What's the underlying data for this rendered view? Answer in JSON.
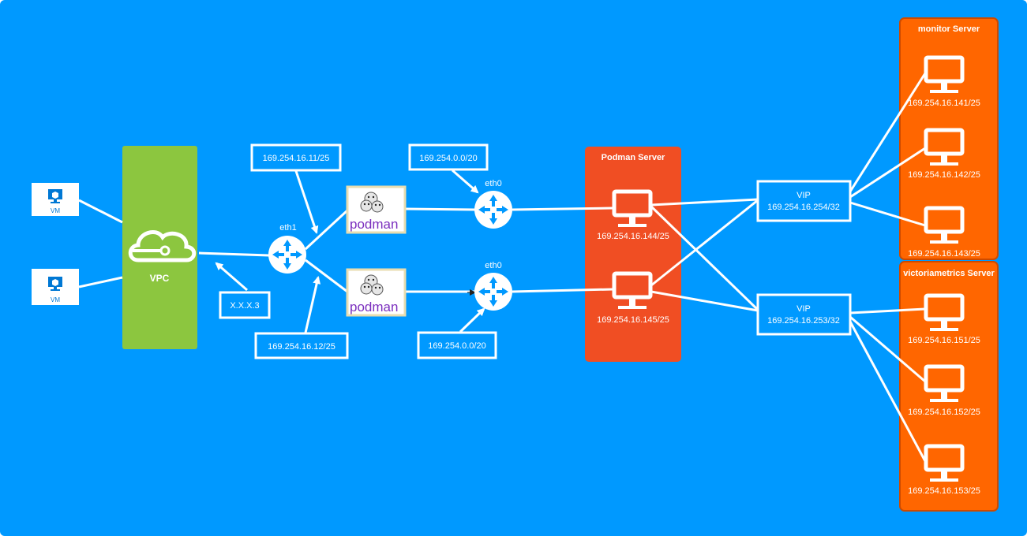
{
  "colors": {
    "background": "#0099ff",
    "vpc": "#8cc63f",
    "podman_server": "#f04e23",
    "server_group": "#ff6600",
    "line": "#ffffff"
  },
  "vms": [
    {
      "label": "VM"
    },
    {
      "label": "VM"
    }
  ],
  "vpc": {
    "label": "VPC"
  },
  "vpc_ip": {
    "label": "X.X.X.3"
  },
  "router_eth1": {
    "label": "eth1"
  },
  "ip_labels": {
    "ip_top_left": "169.254.16.11/25",
    "ip_bottom_left": "169.254.16.12/25",
    "net_top": "169.254.0.0/20",
    "net_bottom": "169.254.0.0/20"
  },
  "routers_eth0": [
    {
      "label": "eth0"
    },
    {
      "label": "eth0"
    }
  ],
  "podman_logo": {
    "text": "podman"
  },
  "podman_server": {
    "title": "Podman Server",
    "hosts": [
      {
        "ip": "169.254.16.144/25"
      },
      {
        "ip": "169.254.16.145/25"
      }
    ]
  },
  "vips": [
    {
      "title": "VIP",
      "ip": "169.254.16.254/32"
    },
    {
      "title": "VIP",
      "ip": "169.254.16.253/32"
    }
  ],
  "monitor_server": {
    "title": "monitor Server",
    "hosts": [
      {
        "ip": "169.254.16.141/25"
      },
      {
        "ip": "169.254.16.142/25"
      },
      {
        "ip": "169.254.16.143/25"
      }
    ]
  },
  "victoria_server": {
    "title": "victoriametrics Server",
    "hosts": [
      {
        "ip": "169.254.16.151/25"
      },
      {
        "ip": "169.254.16.152/25"
      },
      {
        "ip": "169.254.16.153/25"
      }
    ]
  }
}
